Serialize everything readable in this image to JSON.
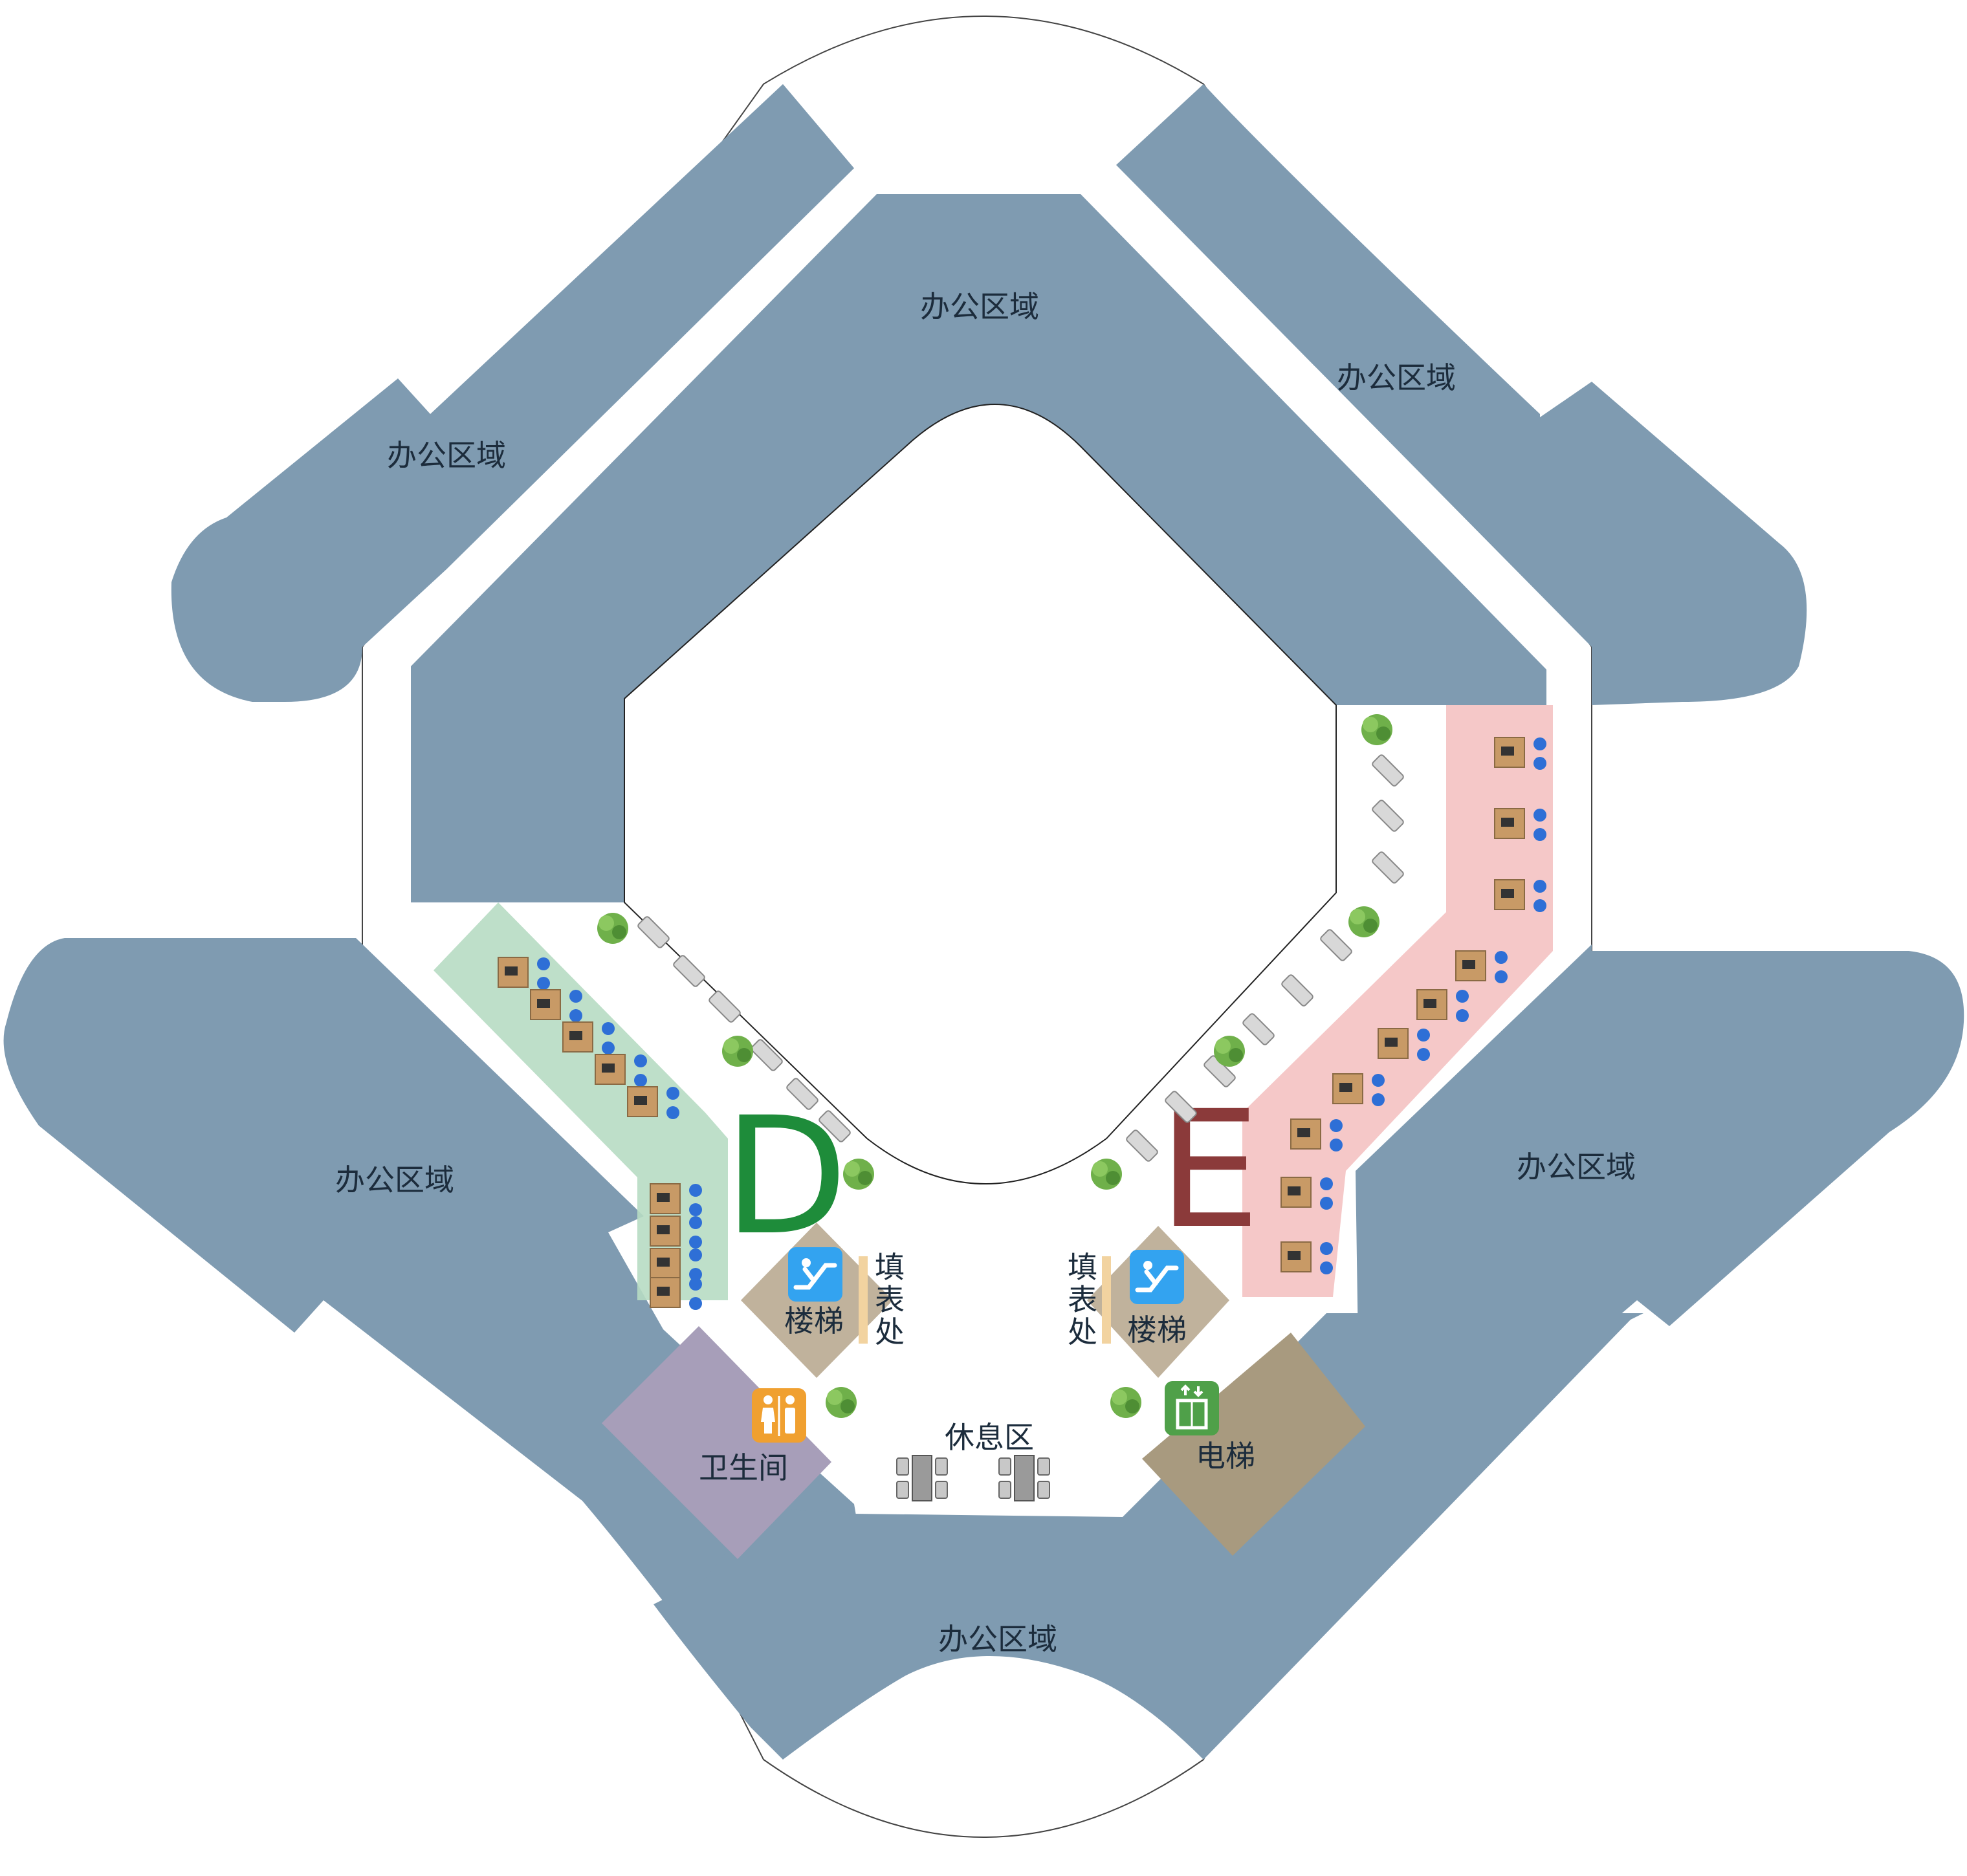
{
  "colors": {
    "office": "#7f9bb1",
    "zone_d": "#b7dcc3",
    "zone_e": "#f4c2c2",
    "letter_d": "#1e8c3a",
    "letter_e": "#8b3a3a",
    "stairs_block": "#c0b29c",
    "restroom_block": "#a79eb9",
    "elevator_block": "#a89a7f",
    "stairs_icon": "#33a3f0",
    "restroom_icon": "#f0a030",
    "elevator_icon": "#4fa049",
    "desk": "#c89a66",
    "chair": "#2e6fd6",
    "plant": "#6fb04a",
    "form_bar": "#f2d3a0"
  },
  "offices": [
    {
      "label": "办公区域"
    },
    {
      "label": "办公区域"
    },
    {
      "label": "办公区域"
    },
    {
      "label": "办公区域"
    },
    {
      "label": "办公区域"
    },
    {
      "label": "办公区域"
    }
  ],
  "zones": {
    "d": {
      "letter": "D"
    },
    "e": {
      "letter": "E"
    }
  },
  "facilities": {
    "stairs_left": {
      "label": "楼梯",
      "icon": "escalator-icon"
    },
    "stairs_right": {
      "label": "楼梯",
      "icon": "escalator-icon"
    },
    "form_left": {
      "label_chars": [
        "填",
        "表",
        "处"
      ]
    },
    "form_right": {
      "label_chars": [
        "填",
        "表",
        "处"
      ]
    },
    "restroom": {
      "label": "卫生间",
      "icon": "restroom-icon"
    },
    "elevator": {
      "label": "电梯",
      "icon": "elevator-icon"
    },
    "lounge": {
      "label": "休息区"
    }
  }
}
